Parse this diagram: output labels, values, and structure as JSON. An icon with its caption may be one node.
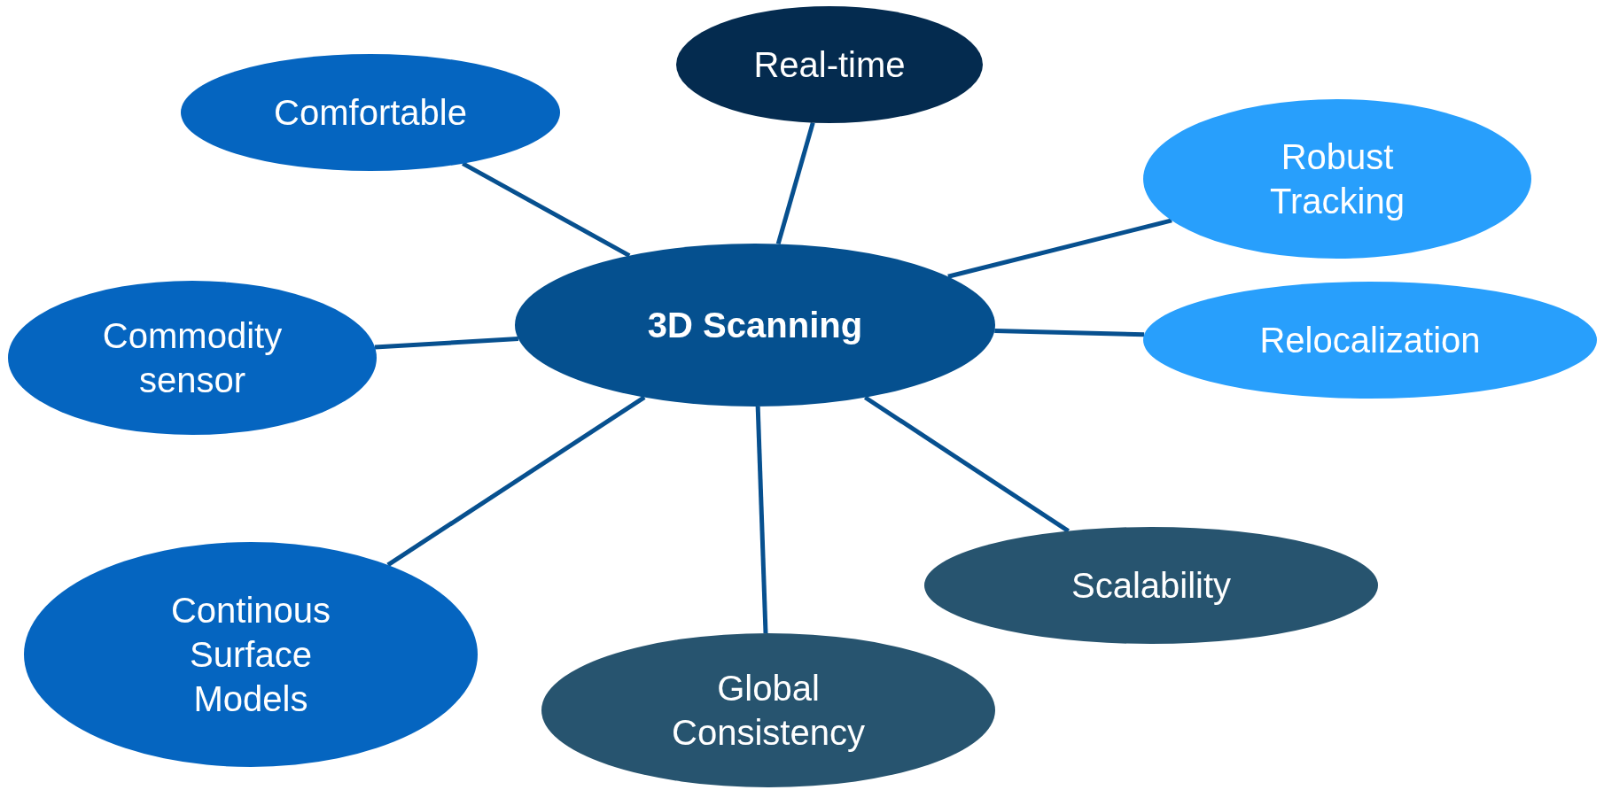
{
  "diagram": {
    "nodes": [
      {
        "text": [
          "Real-time"
        ]
      },
      {
        "text": [
          "Comfortable"
        ]
      },
      {
        "text": [
          "Robust Tracking"
        ]
      },
      {
        "text": [
          "3D Scanning"
        ]
      },
      {
        "text": [
          "Commodity sensor"
        ]
      },
      {
        "text": [
          "Relocalization"
        ]
      },
      {
        "text": [
          "Scalability"
        ]
      },
      {
        "text": [
          "Continous Surface Models"
        ]
      },
      {
        "text": [
          "Global Consistency"
        ]
      }
    ],
    "edges": [
      {
        "from": 3,
        "to": 0,
        "arrow": "none"
      },
      {
        "from": 3,
        "to": 1,
        "arrow": "none"
      },
      {
        "from": 3,
        "to": 2,
        "arrow": "none"
      },
      {
        "from": 3,
        "to": 4,
        "arrow": "none"
      },
      {
        "from": 3,
        "to": 5,
        "arrow": "none"
      },
      {
        "from": 3,
        "to": 6,
        "arrow": "none"
      },
      {
        "from": 3,
        "to": 7,
        "arrow": "none"
      },
      {
        "from": 3,
        "to": 8,
        "arrow": "none"
      }
    ]
  }
}
